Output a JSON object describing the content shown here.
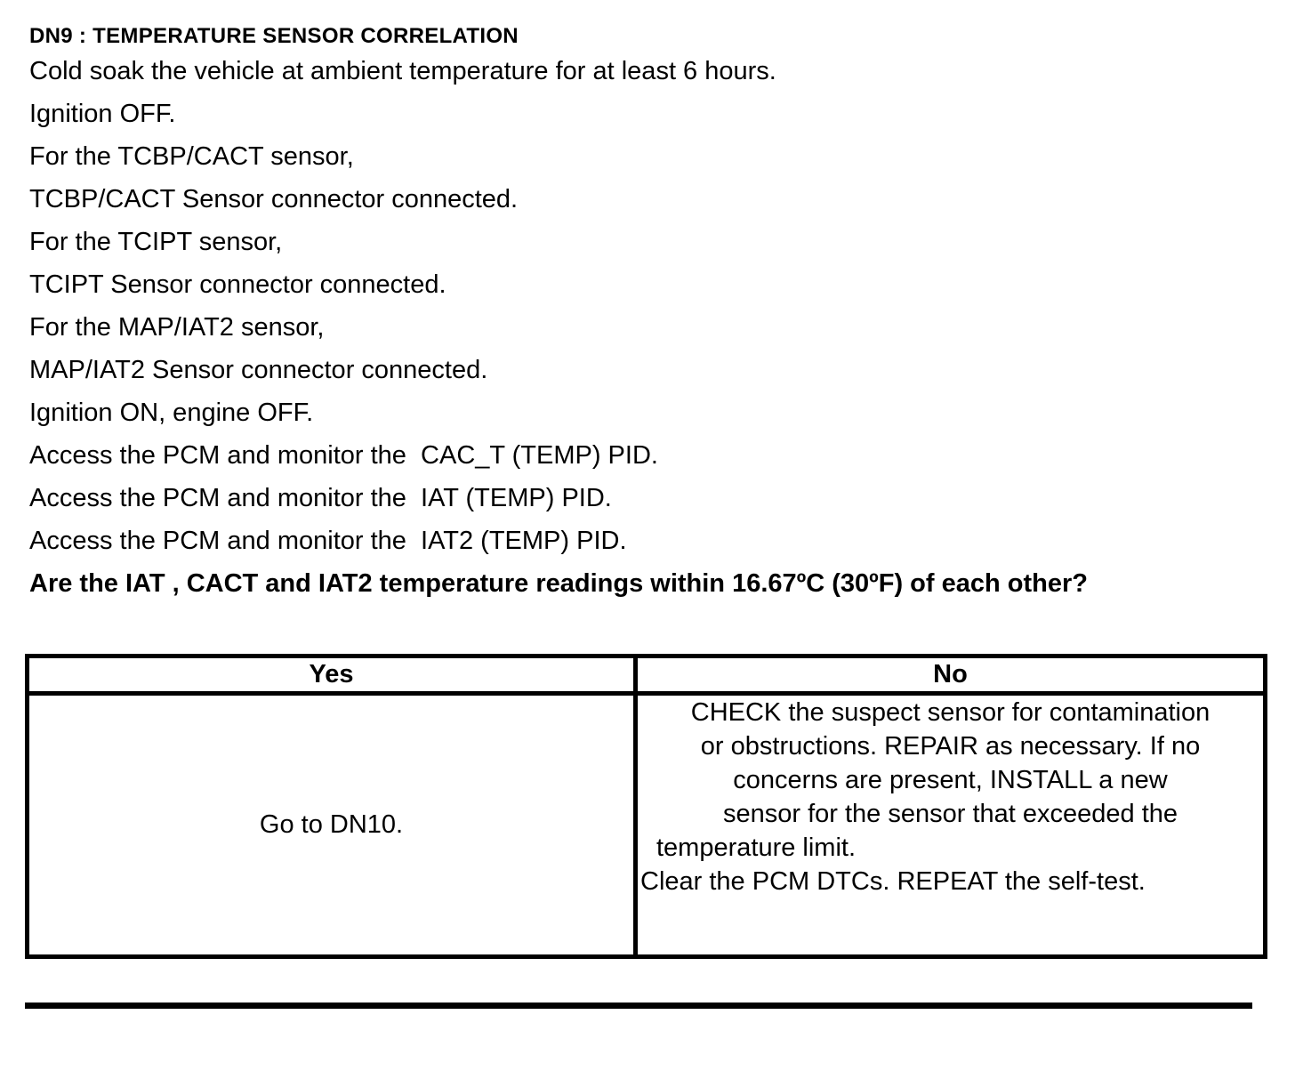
{
  "page": {
    "title": "DN9 : TEMPERATURE SENSOR CORRELATION",
    "steps": [
      "Cold soak the vehicle at ambient temperature for at least 6 hours.",
      "Ignition OFF.",
      "For the TCBP/CACT sensor,",
      "TCBP/CACT Sensor connector connected.",
      "For the TCIPT sensor,",
      "TCIPT Sensor connector connected.",
      "For the MAP/IAT2 sensor,",
      "MAP/IAT2 Sensor connector connected.",
      "Ignition ON, engine OFF.",
      "Access the PCM and monitor the  CAC_T (TEMP) PID.",
      "Access the PCM and monitor the  IAT (TEMP) PID.",
      "Access the PCM and monitor the  IAT2 (TEMP) PID."
    ],
    "question": "Are the IAT , CACT and IAT2 temperature readings within 16.67ºC (30ºF) of each other?"
  },
  "decision_table": {
    "yes_header": "Yes",
    "no_header": "No",
    "yes_action": "Go to DN10.",
    "no_action_lines": [
      "CHECK the suspect sensor for contamination",
      "or obstructions. REPAIR as necessary. If no",
      "concerns are present, INSTALL a new",
      "sensor for the sensor that exceeded the",
      "temperature limit.",
      "Clear the PCM DTCs. REPEAT the self-test."
    ]
  },
  "colors": {
    "text": "#000000",
    "background": "#ffffff",
    "border": "#000000"
  }
}
